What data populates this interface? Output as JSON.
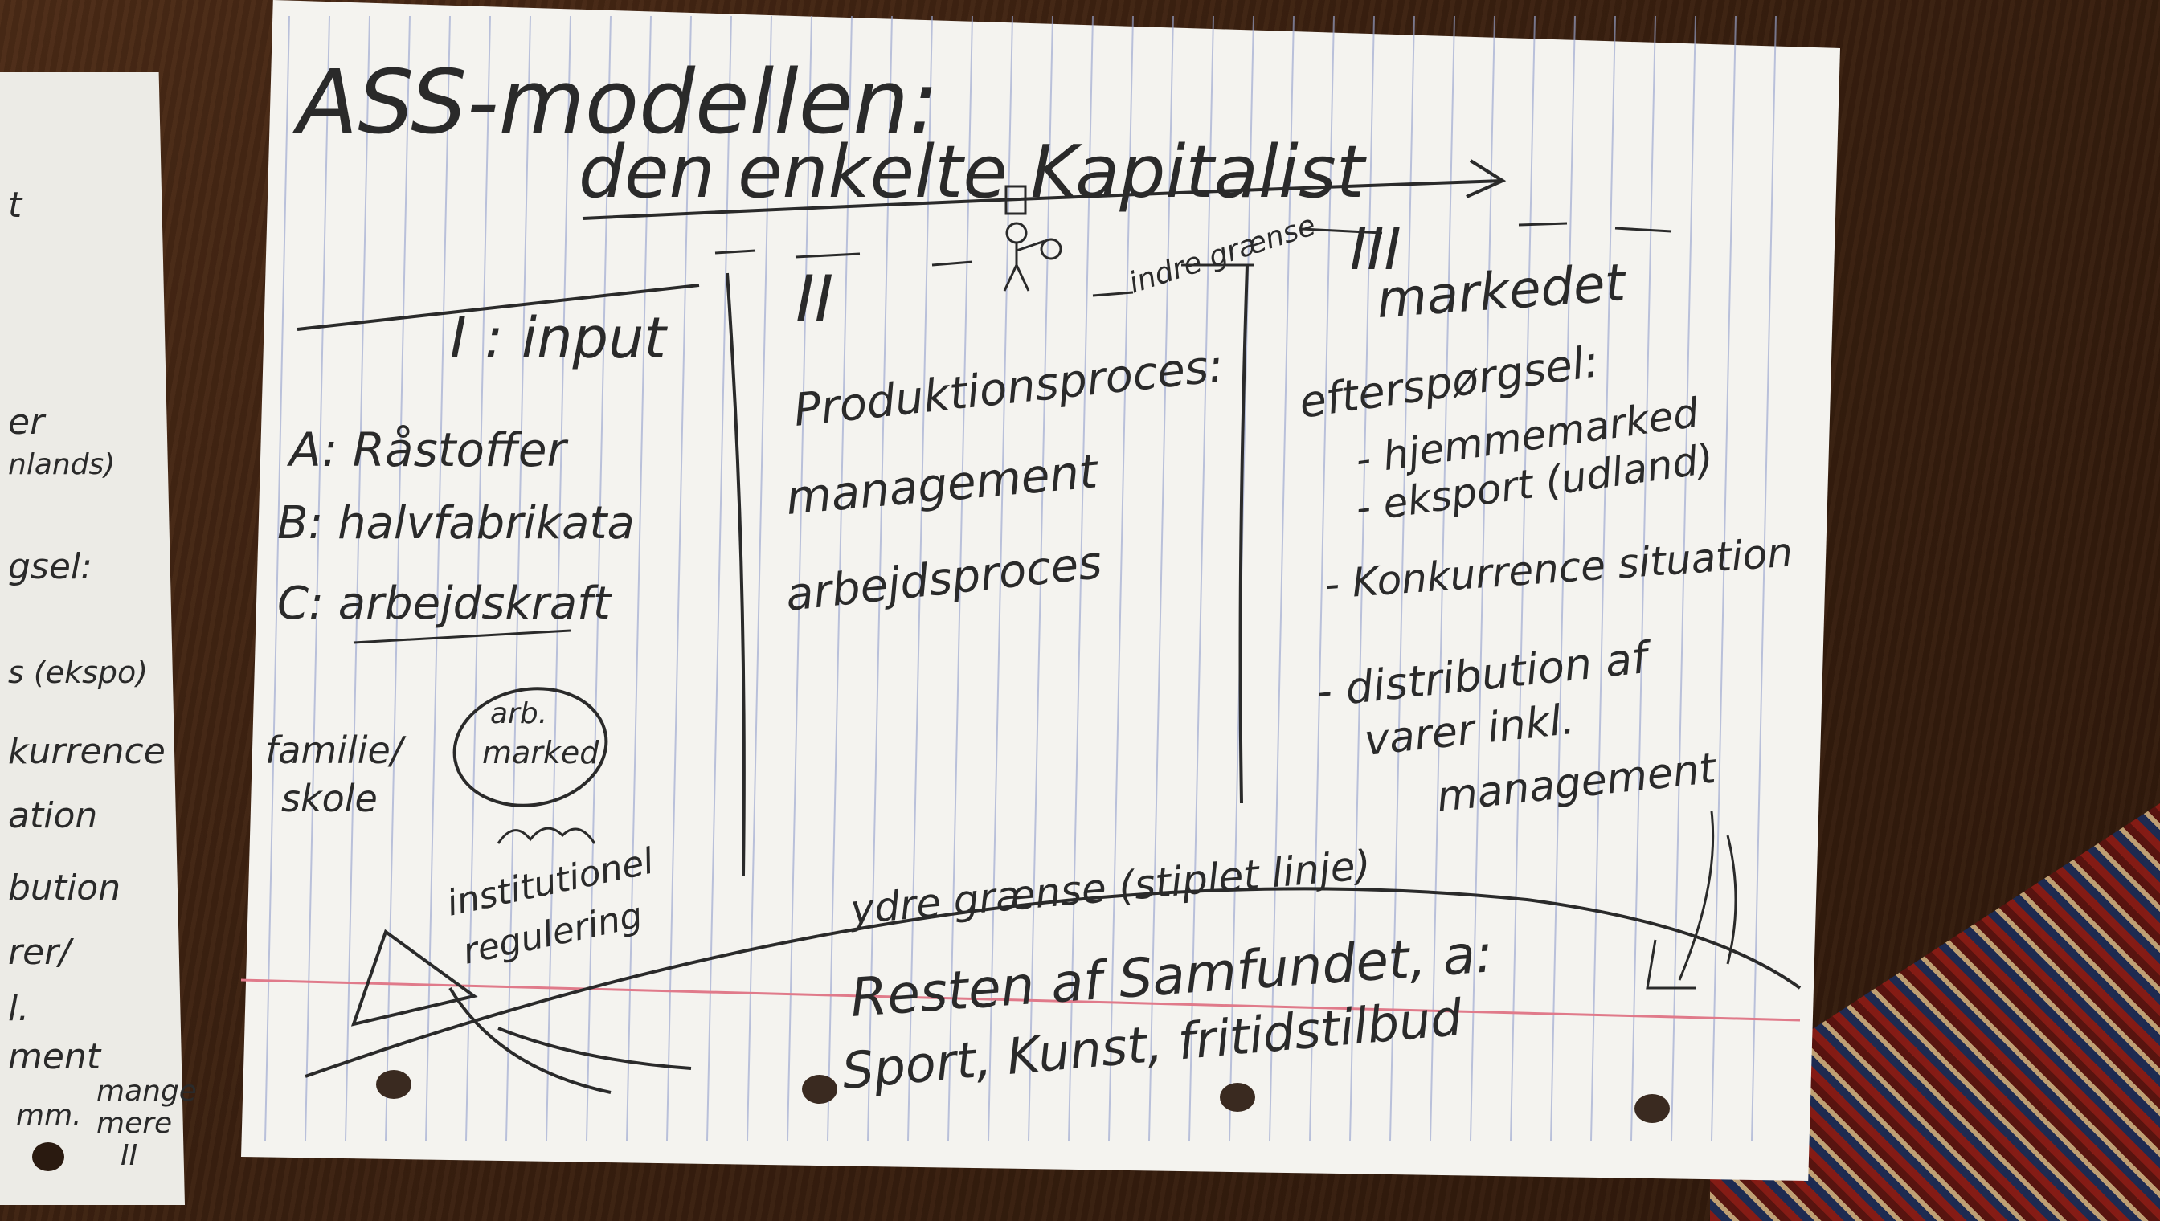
{
  "title": "ASS-modellen:",
  "subtitle": "den enkelte Kapitalist",
  "section_I": {
    "heading": "I : input",
    "items": [
      "A: Råstoffer",
      "B: halvfabrikata",
      "C: arbejdskraft"
    ],
    "family_school": [
      "familie/",
      "skole"
    ],
    "market_bubble": [
      "arb.",
      "marked"
    ],
    "regulation": [
      "institutionel",
      "regulering"
    ]
  },
  "section_II": {
    "heading": "II",
    "items": [
      "Produktionsproces:",
      "management",
      "arbejdsproces"
    ]
  },
  "inner_boundary": "indre grænse",
  "section_III": {
    "heading": "III",
    "title": "markedet",
    "items": [
      "efterspørgsel:",
      "- hjemmemarked",
      "- eksport (udland)",
      "- Konkurrence situation",
      "- distribution af",
      "varer inkl.",
      "management"
    ]
  },
  "outer_boundary": "ydre grænse (stiplet linje)",
  "society": [
    "Resten af Samfundet, a:",
    "Sport, Kunst, fritidstilbud"
  ],
  "side_page_text": [
    "t",
    "er",
    "nlands)",
    "gsel:",
    "s (ekspo)",
    "kurrence",
    "ation",
    "bution",
    "rer/",
    "l.",
    "ment",
    "mm.",
    "mange",
    "mere",
    "II"
  ],
  "colors": {
    "ink": "#2a2a2a",
    "paper": "#f4f3ef",
    "rule_line": "#9aa6cf",
    "margin_line": "#e07a8a",
    "table": "#3a2010"
  }
}
